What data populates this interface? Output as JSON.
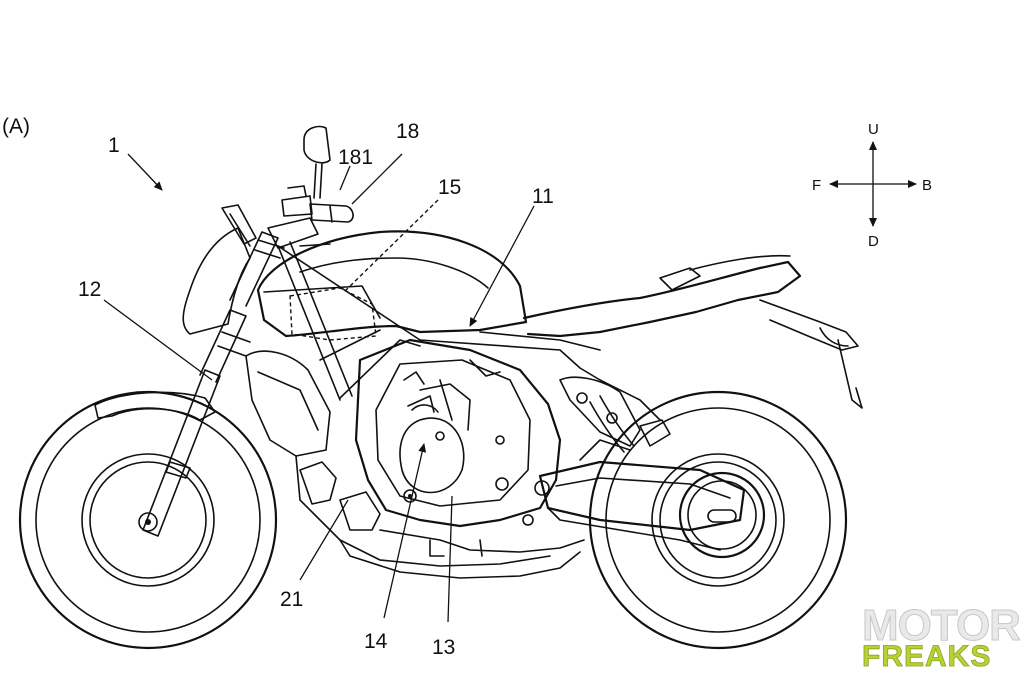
{
  "figure": {
    "panel_label": "(A)",
    "reference_numerals": [
      {
        "id": "ref-1",
        "text": "1"
      },
      {
        "id": "ref-181",
        "text": "181"
      },
      {
        "id": "ref-18",
        "text": "18"
      },
      {
        "id": "ref-15",
        "text": "15"
      },
      {
        "id": "ref-11",
        "text": "11"
      },
      {
        "id": "ref-12",
        "text": "12"
      },
      {
        "id": "ref-21",
        "text": "21"
      },
      {
        "id": "ref-14",
        "text": "14"
      },
      {
        "id": "ref-13",
        "text": "13"
      }
    ]
  },
  "direction_indicator": {
    "up": "U",
    "down": "D",
    "front": "F",
    "back": "B"
  },
  "watermark": {
    "line1": "MOTOR",
    "line2": "FREAKS",
    "colors": {
      "line1": "#e9e9e9",
      "line2": "#b5d334"
    }
  }
}
